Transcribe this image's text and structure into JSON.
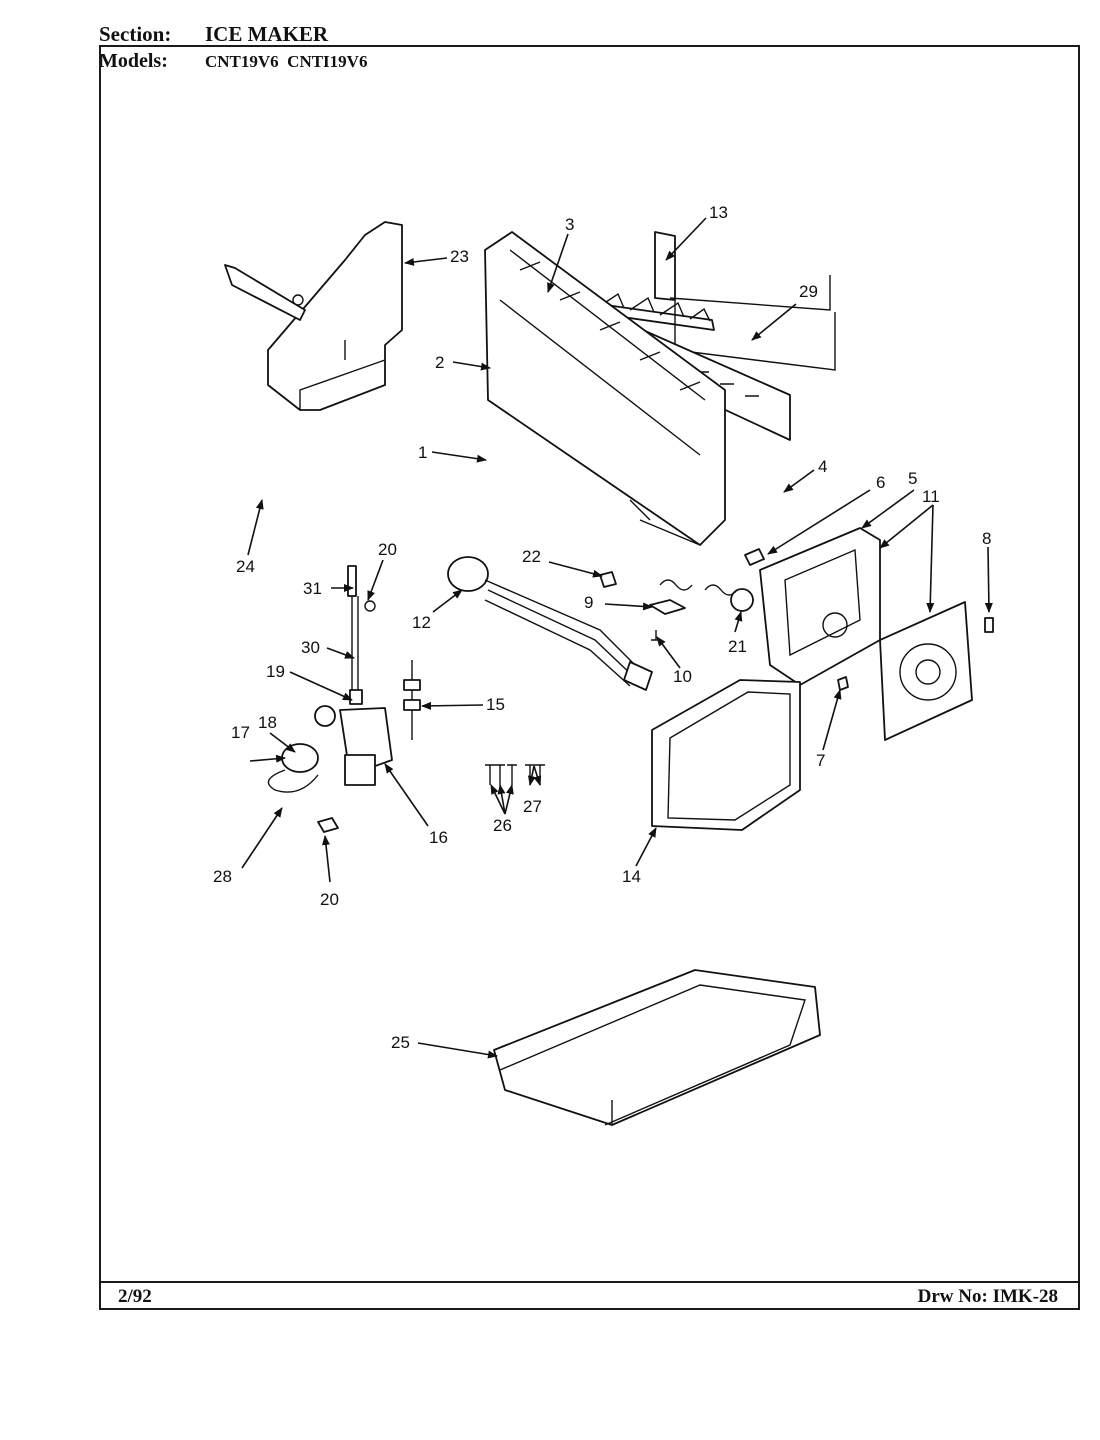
{
  "header": {
    "section_label": "Section:",
    "section_value": "ICE MAKER",
    "models_label": "Models:",
    "models_value": "CNT19V6  CNTI19V6"
  },
  "footer": {
    "date": "2/92",
    "drawing_no": "Drw No: IMK-28"
  },
  "callouts": [
    {
      "id": "23",
      "label": "23"
    },
    {
      "id": "3",
      "label": "3"
    },
    {
      "id": "13",
      "label": "13"
    },
    {
      "id": "29",
      "label": "29"
    },
    {
      "id": "2",
      "label": "2"
    },
    {
      "id": "1",
      "label": "1"
    },
    {
      "id": "4",
      "label": "4"
    },
    {
      "id": "6",
      "label": "6"
    },
    {
      "id": "5",
      "label": "5"
    },
    {
      "id": "11",
      "label": "11"
    },
    {
      "id": "8",
      "label": "8"
    },
    {
      "id": "24",
      "label": "24"
    },
    {
      "id": "20a",
      "label": "20"
    },
    {
      "id": "31",
      "label": "31"
    },
    {
      "id": "30",
      "label": "30"
    },
    {
      "id": "22",
      "label": "22"
    },
    {
      "id": "12",
      "label": "12"
    },
    {
      "id": "9",
      "label": "9"
    },
    {
      "id": "21",
      "label": "21"
    },
    {
      "id": "10",
      "label": "10"
    },
    {
      "id": "19",
      "label": "19"
    },
    {
      "id": "15",
      "label": "15"
    },
    {
      "id": "18",
      "label": "18"
    },
    {
      "id": "17",
      "label": "17"
    },
    {
      "id": "16",
      "label": "16"
    },
    {
      "id": "26",
      "label": "26"
    },
    {
      "id": "27",
      "label": "27"
    },
    {
      "id": "7",
      "label": "7"
    },
    {
      "id": "14",
      "label": "14"
    },
    {
      "id": "28",
      "label": "28"
    },
    {
      "id": "20b",
      "label": "20"
    },
    {
      "id": "25",
      "label": "25"
    }
  ]
}
